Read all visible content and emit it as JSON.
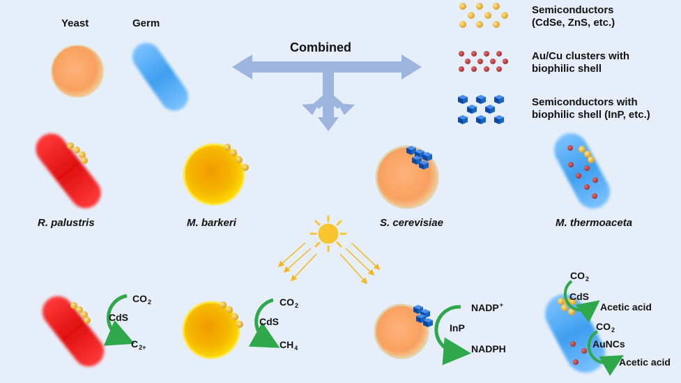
{
  "header": {
    "yeast": "Yeast",
    "germ": "Germ",
    "combined": "Combined"
  },
  "legend": [
    {
      "line1": "Semiconductors",
      "line2": "(CdSe, ZnS, etc.)",
      "icon": "yellow-dots-icon"
    },
    {
      "line1": "Au/Cu clusters with",
      "line2": "biophilic shell",
      "icon": "red-dots-icon"
    },
    {
      "line1": "Semiconductors with",
      "line2": "biophilic shell (InP, etc.)",
      "icon": "blue-cubes-icon"
    }
  ],
  "organisms": {
    "r_palustris": "R. palustris",
    "m_barkeri": "M. barkeri",
    "s_cerevisiae": "S. cerevisiae",
    "m_thermoaceta": "M. thermoaceta"
  },
  "reactions": {
    "r1": {
      "top": "CO",
      "top_sub": "2",
      "catalyst": "CdS",
      "bottom": "C",
      "bottom_sub": "2+"
    },
    "r2": {
      "top": "CO",
      "top_sub": "2",
      "catalyst": "CdS",
      "bottom": "CH",
      "bottom_sub": "4"
    },
    "r3": {
      "top": "NADP",
      "top_sup": "+",
      "catalyst": "InP",
      "bottom": "NADPH"
    },
    "r4a": {
      "top": "CO",
      "top_sub": "2",
      "catalyst": "CdS",
      "product": "Acetic acid"
    },
    "r4b": {
      "top": "CO",
      "top_sub": "2",
      "catalyst": "AuNCs",
      "product": "Acetic acid"
    }
  },
  "colors": {
    "background": "#e6eff9",
    "arrow": "#9db4de",
    "green_arrow": "#2ea84a",
    "red_cell": "#e01010",
    "yellow_cell": "#f5c800",
    "blue_cell": "#4da6ef",
    "yeast_cell": "#f7a86a",
    "nanoparticle_gold": "#e8b13a",
    "cluster_red": "#b4393c",
    "cube_blue": "#1565c0",
    "sun": "#f7c62f"
  }
}
